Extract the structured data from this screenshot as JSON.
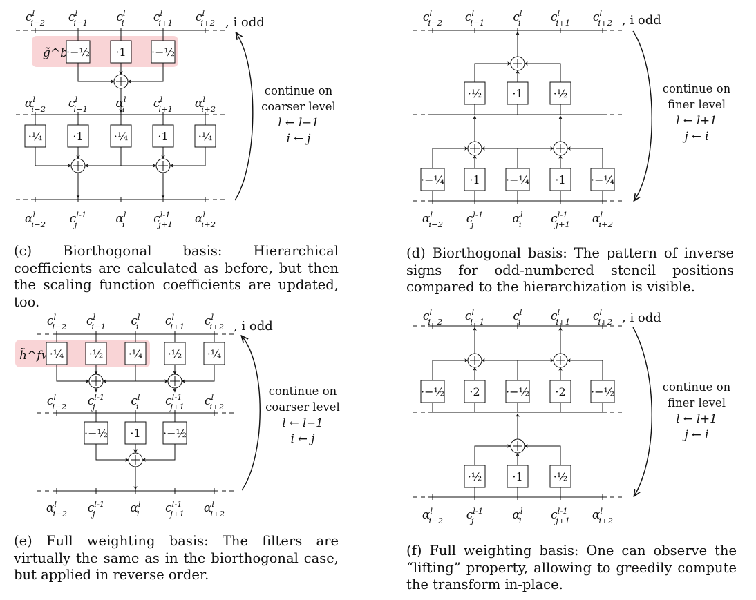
{
  "panels": {
    "c": {
      "top_labels": [
        "c_{i-2}^l",
        "c_{i-1}^l",
        "c_i^l",
        "c_{i+1}^l",
        "c_{i+2}^l"
      ],
      "top_suffix": ", i odd",
      "filter_label": "g̃^bo",
      "row1_factors": [
        "·−½",
        "·1",
        "·−½"
      ],
      "mid_labels": [
        "α_{i-2}^l",
        "c_{i-1}^l",
        "α_i^l",
        "c_{i+1}^l",
        "α_{i+2}^l"
      ],
      "row2_factors": [
        "·¼",
        "·1",
        "·¼",
        "·1",
        "·¼"
      ],
      "bottom_labels": [
        "α_{i-2}^l",
        "c_j^{l-1}",
        "α_i^l",
        "c_{j+1}^{l-1}",
        "α_{i+2}^l"
      ],
      "side_text": [
        "continue on",
        "coarser level",
        "l ← l−1",
        "i ← j"
      ],
      "caption": "(c) Biorthogonal basis: Hierarchical coefficients are calculated as before, but then the scaling function coefficients are updated, too."
    },
    "d": {
      "top_labels": [
        "c_{i-2}^l",
        "c_{i-1}^l",
        "c_i^l",
        "c_{i+1}^l",
        "c_{i+2}^l"
      ],
      "top_suffix": ", i odd",
      "row1_factors": [
        "·½",
        "·1",
        "·½"
      ],
      "row2_factors": [
        "·−¼",
        "·1",
        "·−¼",
        "·1",
        "·−¼"
      ],
      "bottom_labels": [
        "α_{i-2}^l",
        "c_j^{l-1}",
        "α_i^l",
        "c_{j+1}^{l-1}",
        "α_{i+2}^l"
      ],
      "side_text": [
        "continue on",
        "finer level",
        "l ← l+1",
        "j ← i"
      ],
      "caption": "(d) Biorthogonal basis: The pattern of inverse signs for odd-numbered stencil positions compared to the hierarchization is visible."
    },
    "e": {
      "top_labels": [
        "c_{i-2}^l",
        "c_{i-1}^l",
        "c_i^l",
        "c_{i+1}^l",
        "c_{i+2}^l"
      ],
      "top_suffix": ", i odd",
      "filter_label": "h̃^fw",
      "row1_factors": [
        "·¼",
        "·½",
        "·¼",
        "·½",
        "·¼"
      ],
      "mid_labels": [
        "c_{i-2}^l",
        "c_j^{l-1}",
        "c_i^l",
        "c_{j+1}^{l-1}",
        "c_{i+2}^l"
      ],
      "row2_factors": [
        "·−½",
        "·1",
        "·−½"
      ],
      "bottom_labels": [
        "α_{i-2}^l",
        "c_j^{l-1}",
        "α_i^l",
        "c_{j+1}^{l-1}",
        "α_{i+2}^l"
      ],
      "side_text": [
        "continue on",
        "coarser level",
        "l ← l−1",
        "i ← j"
      ],
      "caption": "(e) Full weighting basis: The filters are virtually the same as in the biorthogonal case, but applied in reverse order."
    },
    "f": {
      "top_labels": [
        "c_{i-2}^l",
        "c_{i-1}^l",
        "c_i^l",
        "c_{i+1}^l",
        "c_{i+2}^l"
      ],
      "top_suffix": ", i odd",
      "row1_factors": [
        "·−½",
        "·2",
        "·−½",
        "·2",
        "·−½"
      ],
      "row2_factors": [
        "·½",
        "·1",
        "·½"
      ],
      "bottom_labels": [
        "α_{i-2}^l",
        "c_j^{l-1}",
        "α_i^l",
        "c_{j+1}^{l-1}",
        "α_{i+2}^l"
      ],
      "side_text": [
        "continue on",
        "finer level",
        "l ← l+1",
        "j ← i"
      ],
      "caption": "(f) Full weighting basis: One can observe the “lifting” property, allowing to greedily compute the transform in-place."
    }
  },
  "colors": {
    "ink": "#111111",
    "highlight": "#f9d4d6"
  }
}
